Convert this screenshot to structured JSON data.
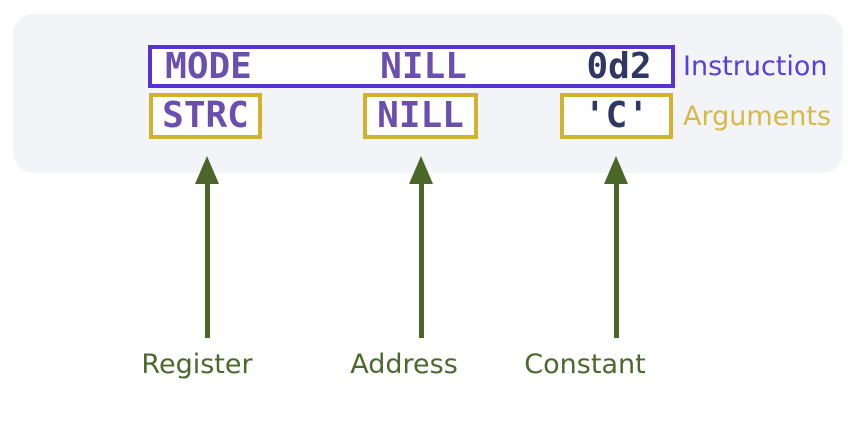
{
  "panel": {
    "background": "#f2f4f7",
    "instruction_row": {
      "label": "Instruction",
      "cells": [
        "MODE",
        "NILL",
        "0d2"
      ],
      "border_color": "#5832d4",
      "label_color": "#5a3edc"
    },
    "arguments_row": {
      "label": "Arguments",
      "cells": [
        "STRC",
        "NILL",
        "'C'"
      ],
      "border_color": "#d2b32f",
      "label_color": "#d6ba48"
    }
  },
  "annotations": {
    "arrow_color": "#4b6629",
    "label_color": "#4c682c",
    "items": [
      {
        "label": "Register"
      },
      {
        "label": "Address"
      },
      {
        "label": "Constant"
      }
    ]
  },
  "colors": {
    "keyword_text": "#6b4fae",
    "literal_text": "#2f3765",
    "box_fill": "#ffffff",
    "page_background": "#ffffff"
  }
}
